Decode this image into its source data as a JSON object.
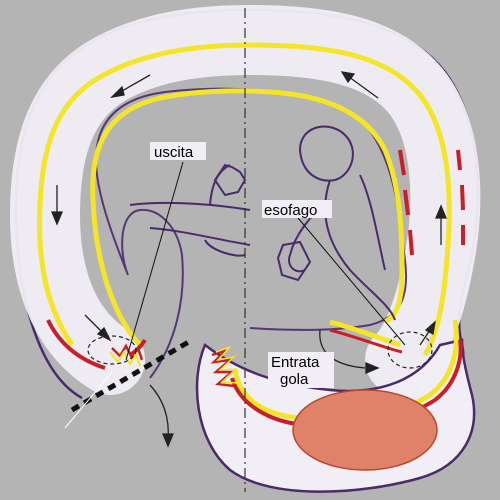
{
  "labels": {
    "uscita": "uscita",
    "esofago": "esofago",
    "entrata_line1": "Entrata",
    "entrata_line2": "gola"
  },
  "colors": {
    "background": "#b4b4b4",
    "tube_fill": "#f2eef6",
    "tube_outline": "#4a2a6a",
    "yellow_band": "#f4e52a",
    "red_band": "#c8202a",
    "stomach": "#e0826a",
    "figure_line": "#4a2a6a"
  }
}
